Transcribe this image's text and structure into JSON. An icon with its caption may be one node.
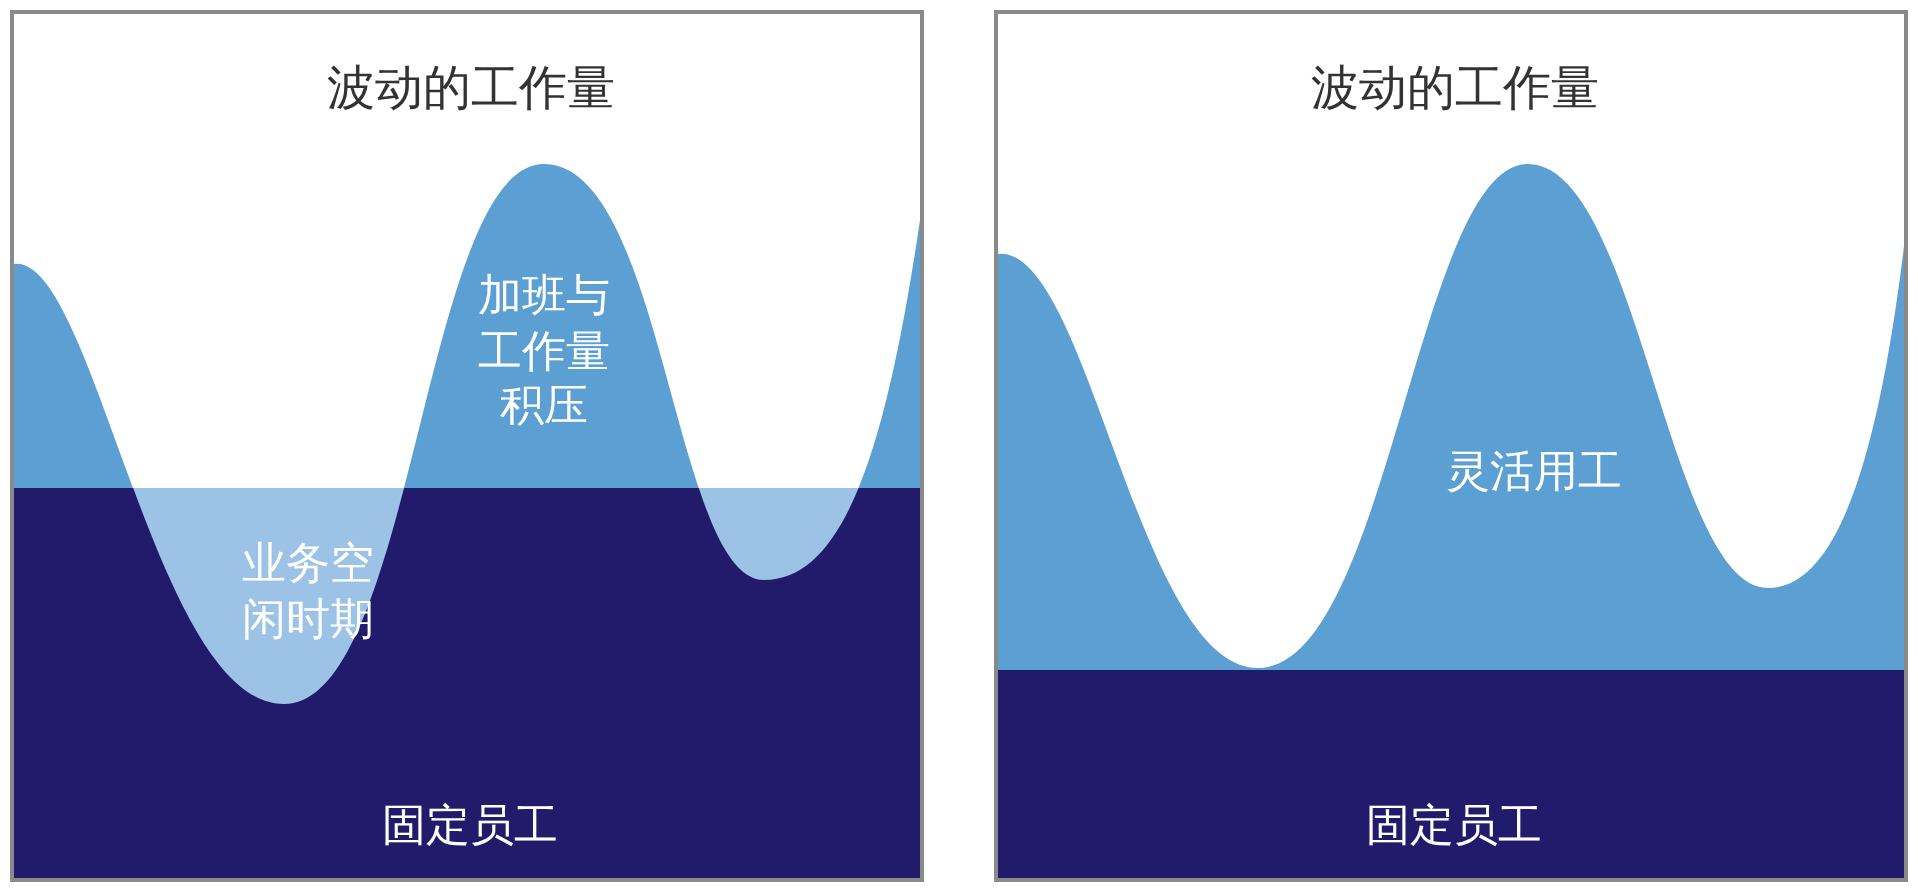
{
  "diagram": {
    "nodes": [
      {
        "text": [
          "波动的工作量"
        ]
      },
      {
        "text": [
          "加班与工作量积压"
        ],
        "in": 0
      },
      {
        "text": [
          "业务空闲时期"
        ],
        "in": 0
      },
      {
        "text": [
          "固定员工"
        ],
        "in": 0
      },
      {
        "text": [
          "波动的工作量"
        ]
      },
      {
        "text": [
          "灵活用工"
        ],
        "in": 4
      },
      {
        "text": [
          "固定员工"
        ],
        "in": 4
      }
    ]
  }
}
